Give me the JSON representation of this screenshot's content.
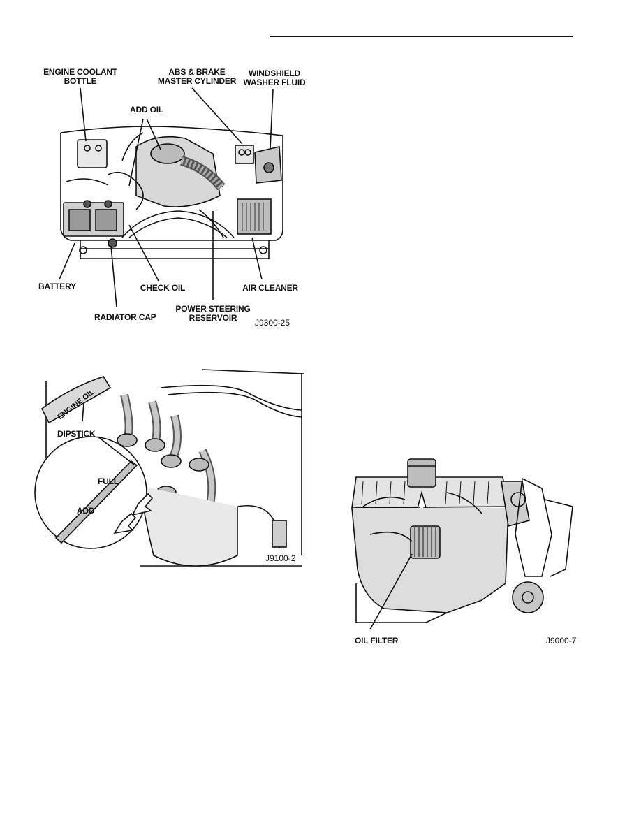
{
  "figure1": {
    "labels": {
      "engine_coolant_bottle": "ENGINE COOLANT\nBOTTLE",
      "abs_brake_master_cylinder": "ABS & BRAKE\nMASTER CYLINDER",
      "windshield_washer_fluid": "WINDSHIELD\nWASHER FLUID",
      "add_oil": "ADD OIL",
      "battery": "BATTERY",
      "check_oil": "CHECK OIL",
      "air_cleaner": "AIR CLEANER",
      "power_steering_reservoir": "POWER STEERING\nRESERVOIR",
      "radiator_cap": "RADIATOR CAP"
    },
    "figure_id": "J9300-25"
  },
  "figure2": {
    "labels": {
      "dipstick": "DIPSTICK",
      "full": "FULL",
      "add": "ADD"
    },
    "handle_text": "ENGINE OIL",
    "figure_id": "J9100-2"
  },
  "figure3": {
    "labels": {
      "oil_filter": "OIL FILTER"
    },
    "figure_id": "J9000-7"
  }
}
